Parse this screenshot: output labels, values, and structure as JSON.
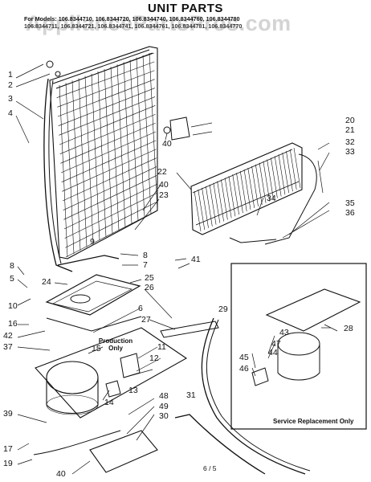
{
  "title": "UNIT PARTS",
  "models": {
    "line1": "For Models: 106.8344710, 106.8344720, 106.8344740, 106.8344760, 106.8344780",
    "line2": "106.8344711, 106.8344721, 106.8344741, 106.8344761, 106.8344781, 106.8344770"
  },
  "watermark": "AppliancePartsPros.com",
  "notes": {
    "production_line1": "Production",
    "production_line2": "Only",
    "service_replacement": "Service Replacement Only",
    "page_number": "6 / 5"
  },
  "callouts": {
    "c1": "1",
    "c2": "2",
    "c3": "3",
    "c4": "4",
    "c5": "5",
    "c6": "6",
    "c7": "7",
    "c8a": "8",
    "c8b": "8",
    "c9": "9",
    "c10": "10",
    "c11": "11",
    "c12": "12",
    "c13": "13",
    "c14": "14",
    "c15": "15",
    "c16": "16",
    "c17": "17",
    "c19": "19",
    "c20": "20",
    "c21": "21",
    "c22": "22",
    "c23": "23",
    "c24": "24",
    "c25": "25",
    "c26": "26",
    "c27": "27",
    "c28": "28",
    "c29": "29",
    "c30": "30",
    "c31": "31",
    "c32": "32",
    "c33": "33",
    "c34": "34",
    "c35": "35",
    "c36": "36",
    "c37": "37",
    "c39": "39",
    "c40a": "40",
    "c40b": "40",
    "c40c": "40",
    "c41": "41",
    "c42": "42",
    "c43": "43",
    "c44": "44",
    "c45": "45",
    "c46": "46",
    "c47": "47",
    "c48": "48",
    "c49": "49"
  },
  "colors": {
    "ink": "#111111",
    "paper": "#ffffff",
    "watermark": "#a0a0a0"
  }
}
